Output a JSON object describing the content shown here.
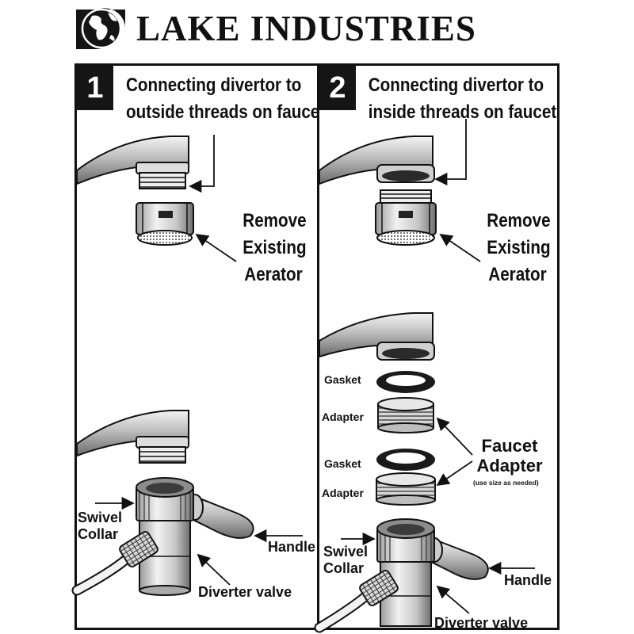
{
  "header": {
    "brand": "LAKE INDUSTRIES"
  },
  "panels": [
    {
      "number": "1",
      "title_line1": "Connecting divertor to",
      "title_line2": "outside threads on faucet",
      "labels": {
        "remove1": "Remove",
        "remove2": "Existing",
        "remove3": "Aerator",
        "swivel1": "Swivel",
        "swivel2": "Collar",
        "handle": "Handle",
        "diverter": "Diverter valve"
      }
    },
    {
      "number": "2",
      "title_line1": "Connecting divertor to",
      "title_line2": "inside threads on faucet",
      "labels": {
        "remove1": "Remove",
        "remove2": "Existing",
        "remove3": "Aerator",
        "gasket_a": "Gasket",
        "adapter_a": "Adapter",
        "gasket_b": "Gasket",
        "adapter_b": "Adapter",
        "faucet": "Faucet",
        "adapter_group": "Adapter",
        "size_note": "(use size as needed)",
        "swivel1": "Swivel",
        "swivel2": "Collar",
        "handle": "Handle",
        "diverter": "Diverter valve"
      }
    }
  ],
  "icons": {
    "logo": "globe-logo-icon"
  }
}
